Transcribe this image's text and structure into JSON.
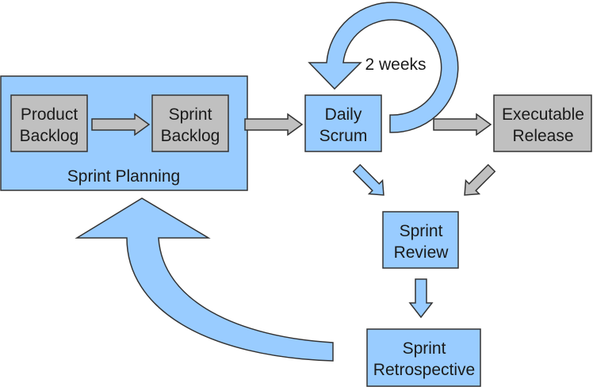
{
  "colors": {
    "process": "#99ccff",
    "artifact": "#c0c0c0",
    "outline": "#333333"
  },
  "nodes": {
    "sprint_planning": {
      "label": "Sprint Planning"
    },
    "product_backlog": {
      "line1": "Product",
      "line2": "Backlog"
    },
    "sprint_backlog": {
      "line1": "Sprint",
      "line2": "Backlog"
    },
    "daily_scrum": {
      "line1": "Daily",
      "line2": "Scrum"
    },
    "executable_release": {
      "line1": "Executable",
      "line2": "Release"
    },
    "sprint_review": {
      "line1": "Sprint",
      "line2": "Review"
    },
    "sprint_retrospective": {
      "line1": "Sprint",
      "line2": "Retrospective"
    }
  },
  "cycle_label": "2 weeks"
}
